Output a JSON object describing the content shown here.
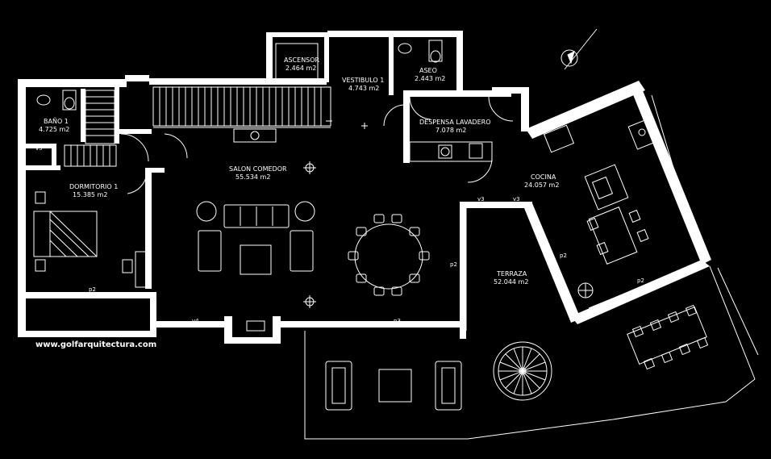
{
  "rooms": {
    "ascensor": {
      "name": "ASCENSOR",
      "area": "2.464 m2"
    },
    "vestibulo": {
      "name": "VESTIBULO 1",
      "area": "4.743 m2"
    },
    "aseo": {
      "name": "ASEO",
      "area": "2.443 m2"
    },
    "despensa": {
      "name": "DESPENSA LAVADERO",
      "area": "7.078 m2"
    },
    "bano": {
      "name": "BAÑO 1",
      "area": "4.725 m2"
    },
    "dormitorio": {
      "name": "DORMITORIO 1",
      "area": "15.385 m2"
    },
    "salon": {
      "name": "SALON COMEDOR",
      "area": "55.534 m2"
    },
    "cocina": {
      "name": "COCINA",
      "area": "24.057 m2"
    },
    "terraza": {
      "name": "TERRAZA",
      "area": "52.044 m2"
    }
  },
  "openings": {
    "v5": "v5",
    "v3a": "v3",
    "v3b": "v3",
    "p2_dorm": "p2",
    "p2_terraza": "p2",
    "p2_cocina_a": "p2",
    "p2_cocina_b": "p2",
    "v4": "v4",
    "p3": "p3"
  },
  "watermark": "www.golfarquitectura.com",
  "colors": {
    "background": "#000000",
    "line": "#ffffff"
  }
}
